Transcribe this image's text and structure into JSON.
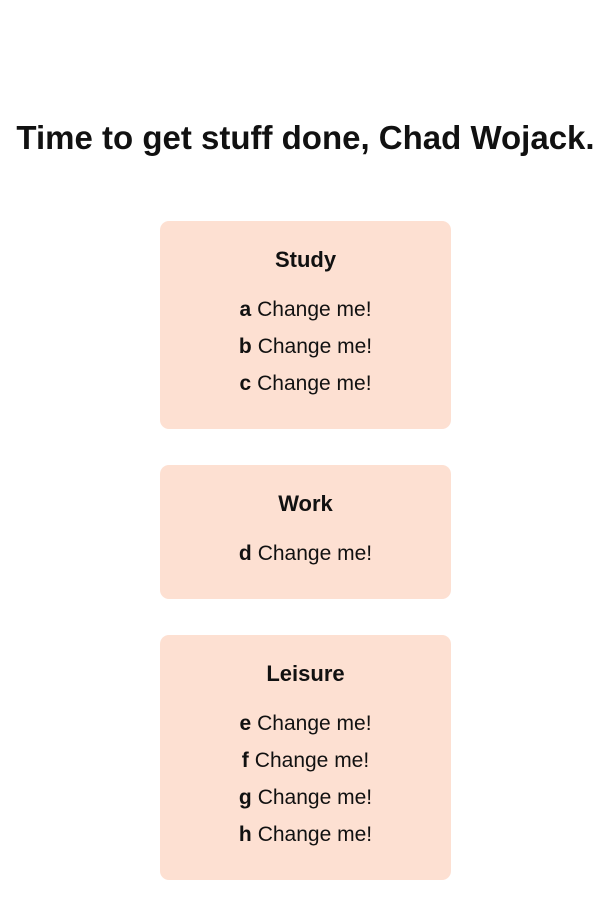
{
  "header": {
    "title": "Time to get stuff done, Chad Wojack."
  },
  "categories": [
    {
      "name": "Study",
      "tasks": [
        {
          "key": "a",
          "label": "Change me!"
        },
        {
          "key": "b",
          "label": "Change me!"
        },
        {
          "key": "c",
          "label": "Change me!"
        }
      ]
    },
    {
      "name": "Work",
      "tasks": [
        {
          "key": "d",
          "label": "Change me!"
        }
      ]
    },
    {
      "name": "Leisure",
      "tasks": [
        {
          "key": "e",
          "label": "Change me!"
        },
        {
          "key": "f",
          "label": "Change me!"
        },
        {
          "key": "g",
          "label": "Change me!"
        },
        {
          "key": "h",
          "label": "Change me!"
        }
      ]
    }
  ],
  "colors": {
    "card_background": "#fde0d2",
    "text": "#111111",
    "page_background": "#ffffff"
  }
}
